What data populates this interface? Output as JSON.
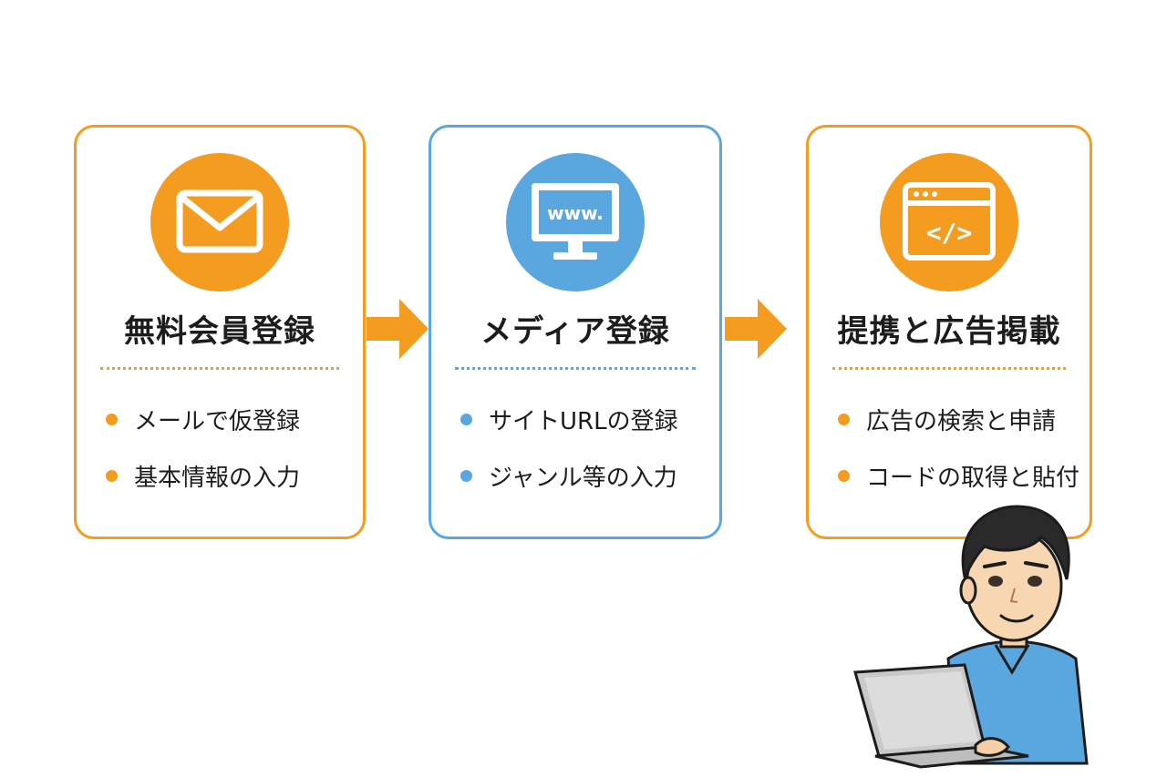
{
  "colors": {
    "orange": "#f39c1f",
    "blue": "#5aa7e0",
    "text": "#1c1c1c"
  },
  "steps": [
    {
      "title": "無料会員登録",
      "icon": "mail-icon",
      "accent": "#f39c1f",
      "bullets": [
        "メールで仮登録",
        "基本情報の入力"
      ]
    },
    {
      "title": "メディア登録",
      "icon": "monitor-www-icon",
      "icon_text": "www.",
      "accent": "#5aa7e0",
      "bullets": [
        "サイトURLの登録",
        "ジャンル等の入力"
      ]
    },
    {
      "title": "提携と広告掲載",
      "icon": "code-window-icon",
      "icon_text": "</>",
      "accent": "#f39c1f",
      "bullets": [
        "広告の検索と申請",
        "コードの取得と貼付"
      ]
    }
  ],
  "connectors": [
    "arrow-right-icon",
    "arrow-right-icon"
  ],
  "illustration": "person-with-laptop"
}
